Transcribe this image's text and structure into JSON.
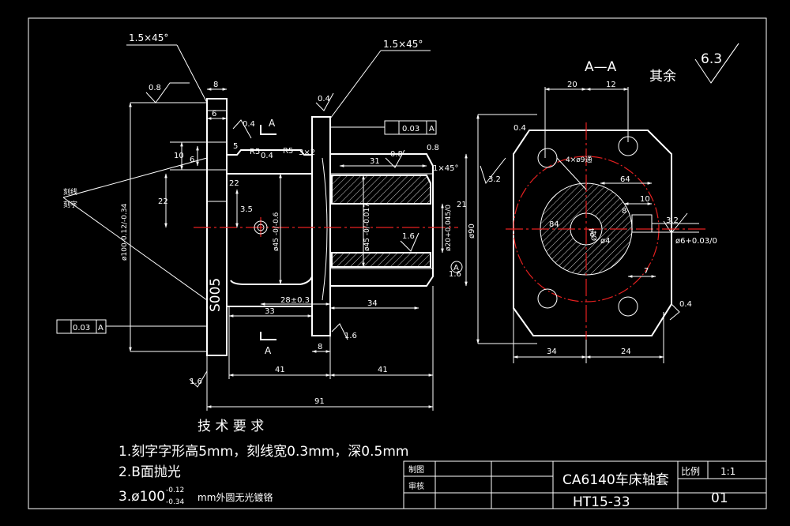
{
  "dimensions": {
    "chamfer_left": "1.5×45°",
    "chamfer_right": "1.5×45°",
    "chamfer_bore": "1×45°",
    "len_8_top": "8",
    "len_6": "6",
    "len_5": "5",
    "len_10": "10",
    "len_6b": "6",
    "len_22a": "22",
    "len_22b": "22",
    "len_3_5": "3.5",
    "r5_left": "R5",
    "r5_right": "R5",
    "groove": "3×2",
    "len_31": "31",
    "len_21": "21",
    "len_28": "28±0.3",
    "len_33": "33",
    "len_34": "34",
    "len_8_bot": "8",
    "len_41_left": "41",
    "len_41_right": "41",
    "len_91": "91",
    "dia_100": "ø100-0.12/-0.34",
    "dia_45_left": "ø45 -0/-0.6",
    "dia_45_right": "ø45 -0/-0.017",
    "dia_20": "ø20+0.045/0",
    "dia_90": "ø90",
    "tol_frame_1": "0.03",
    "tol_frame_1_ref": "A",
    "tol_frame_2": "0.03",
    "tol_frame_2_ref": "A",
    "engrave_text": "S005",
    "callout_1": "刻线",
    "callout_2": "刻字"
  },
  "roughness": {
    "r_08_left": "0.8",
    "r_04_a": "0.4",
    "r_04_b": "0.4",
    "r_04_c": "0.4",
    "r_08_right": "0.8",
    "r_16_a": "1.6",
    "r_16_b": "1.6",
    "r_16_c": "1.6",
    "r_32_a": "3.2",
    "r_32_b": "3.2",
    "r_04_d": "0.4",
    "r_04_e": "0.4",
    "r_08_c": "0.8",
    "r_16_d": "1.6"
  },
  "section_marks": {
    "a_top": "A",
    "a_bottom": "A",
    "a_datum": "A"
  },
  "section_view": {
    "title": "A—A",
    "rest_label": "其余",
    "rest_roughness": "6.3",
    "dim_20": "20",
    "dim_12": "12",
    "holes": "4×ø9通",
    "dim_84": "84",
    "dim_64": "64",
    "dim_10": "10",
    "dim_8": "8",
    "dim_d": "Ø4",
    "dia_6": "ø6+0.03/0",
    "dim_7": "7",
    "dim_34": "34",
    "dim_24": "24",
    "dim_dia_center": "ø4",
    "dim_side": "ø4"
  },
  "tech": {
    "heading": "技 术 要 求",
    "line1": "1.刻字字形高5mm，刻线宽0.3mm，深0.5mm",
    "line2": "2.B面抛光",
    "line3_pre": "3.ø100",
    "line3_sup": "-0.12",
    "line3_sub": "-0.34",
    "line3_post": "mm外圆无光镀铬"
  },
  "title_block": {
    "drawn_label": "制图",
    "checked_label": "审核",
    "part_name": "CA6140车床轴套",
    "drawing_no": "HT15-33",
    "scale_label": "比例",
    "scale_value": "1:1",
    "sheet": "01"
  }
}
